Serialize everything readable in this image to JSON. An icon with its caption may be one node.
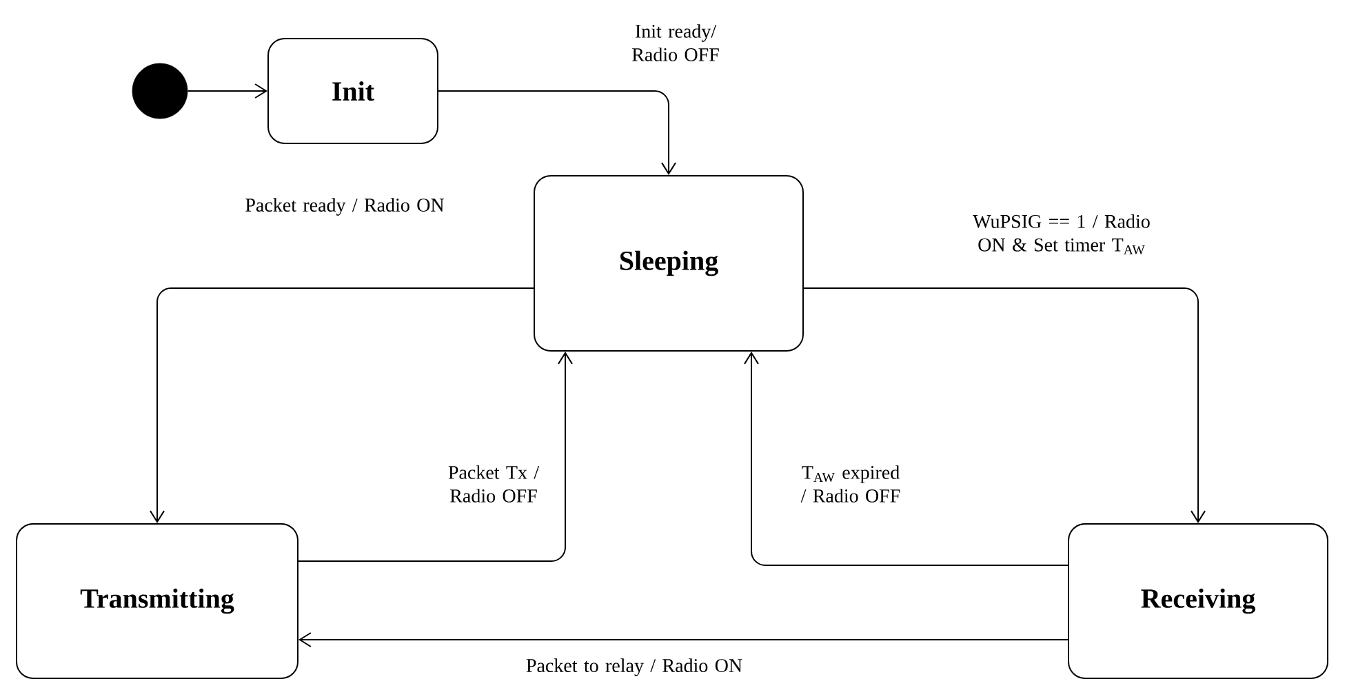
{
  "diagram": {
    "nodes": [
      {
        "text": [],
        "shape": "circle"
      },
      {
        "text": [
          "Init"
        ]
      },
      {
        "text": [
          "Sleeping"
        ]
      },
      {
        "text": [
          "Transmitting"
        ]
      },
      {
        "text": [
          "Receiving"
        ]
      }
    ],
    "edges": [
      {
        "from": 0,
        "to": 1,
        "arrow": "to"
      },
      {
        "from": 1,
        "to": 2,
        "arrow": "to",
        "label": "Init ready/ Radio OFF"
      },
      {
        "from": 2,
        "to": 3,
        "arrow": "to",
        "label": "Packet ready / Radio ON"
      },
      {
        "from": 3,
        "to": 2,
        "arrow": "to",
        "label": "Packet Tx / Radio OFF"
      },
      {
        "from": 2,
        "to": 4,
        "arrow": "to",
        "label": "WuPSIG == 1 / Radio ON & Set timer T$_{AW}$"
      },
      {
        "from": 4,
        "to": 2,
        "arrow": "to",
        "label": "T$_{AW}$ expired / Radio OFF"
      },
      {
        "from": 4,
        "to": 3,
        "arrow": "to",
        "label": "Packet to relay / Radio ON"
      }
    ]
  }
}
